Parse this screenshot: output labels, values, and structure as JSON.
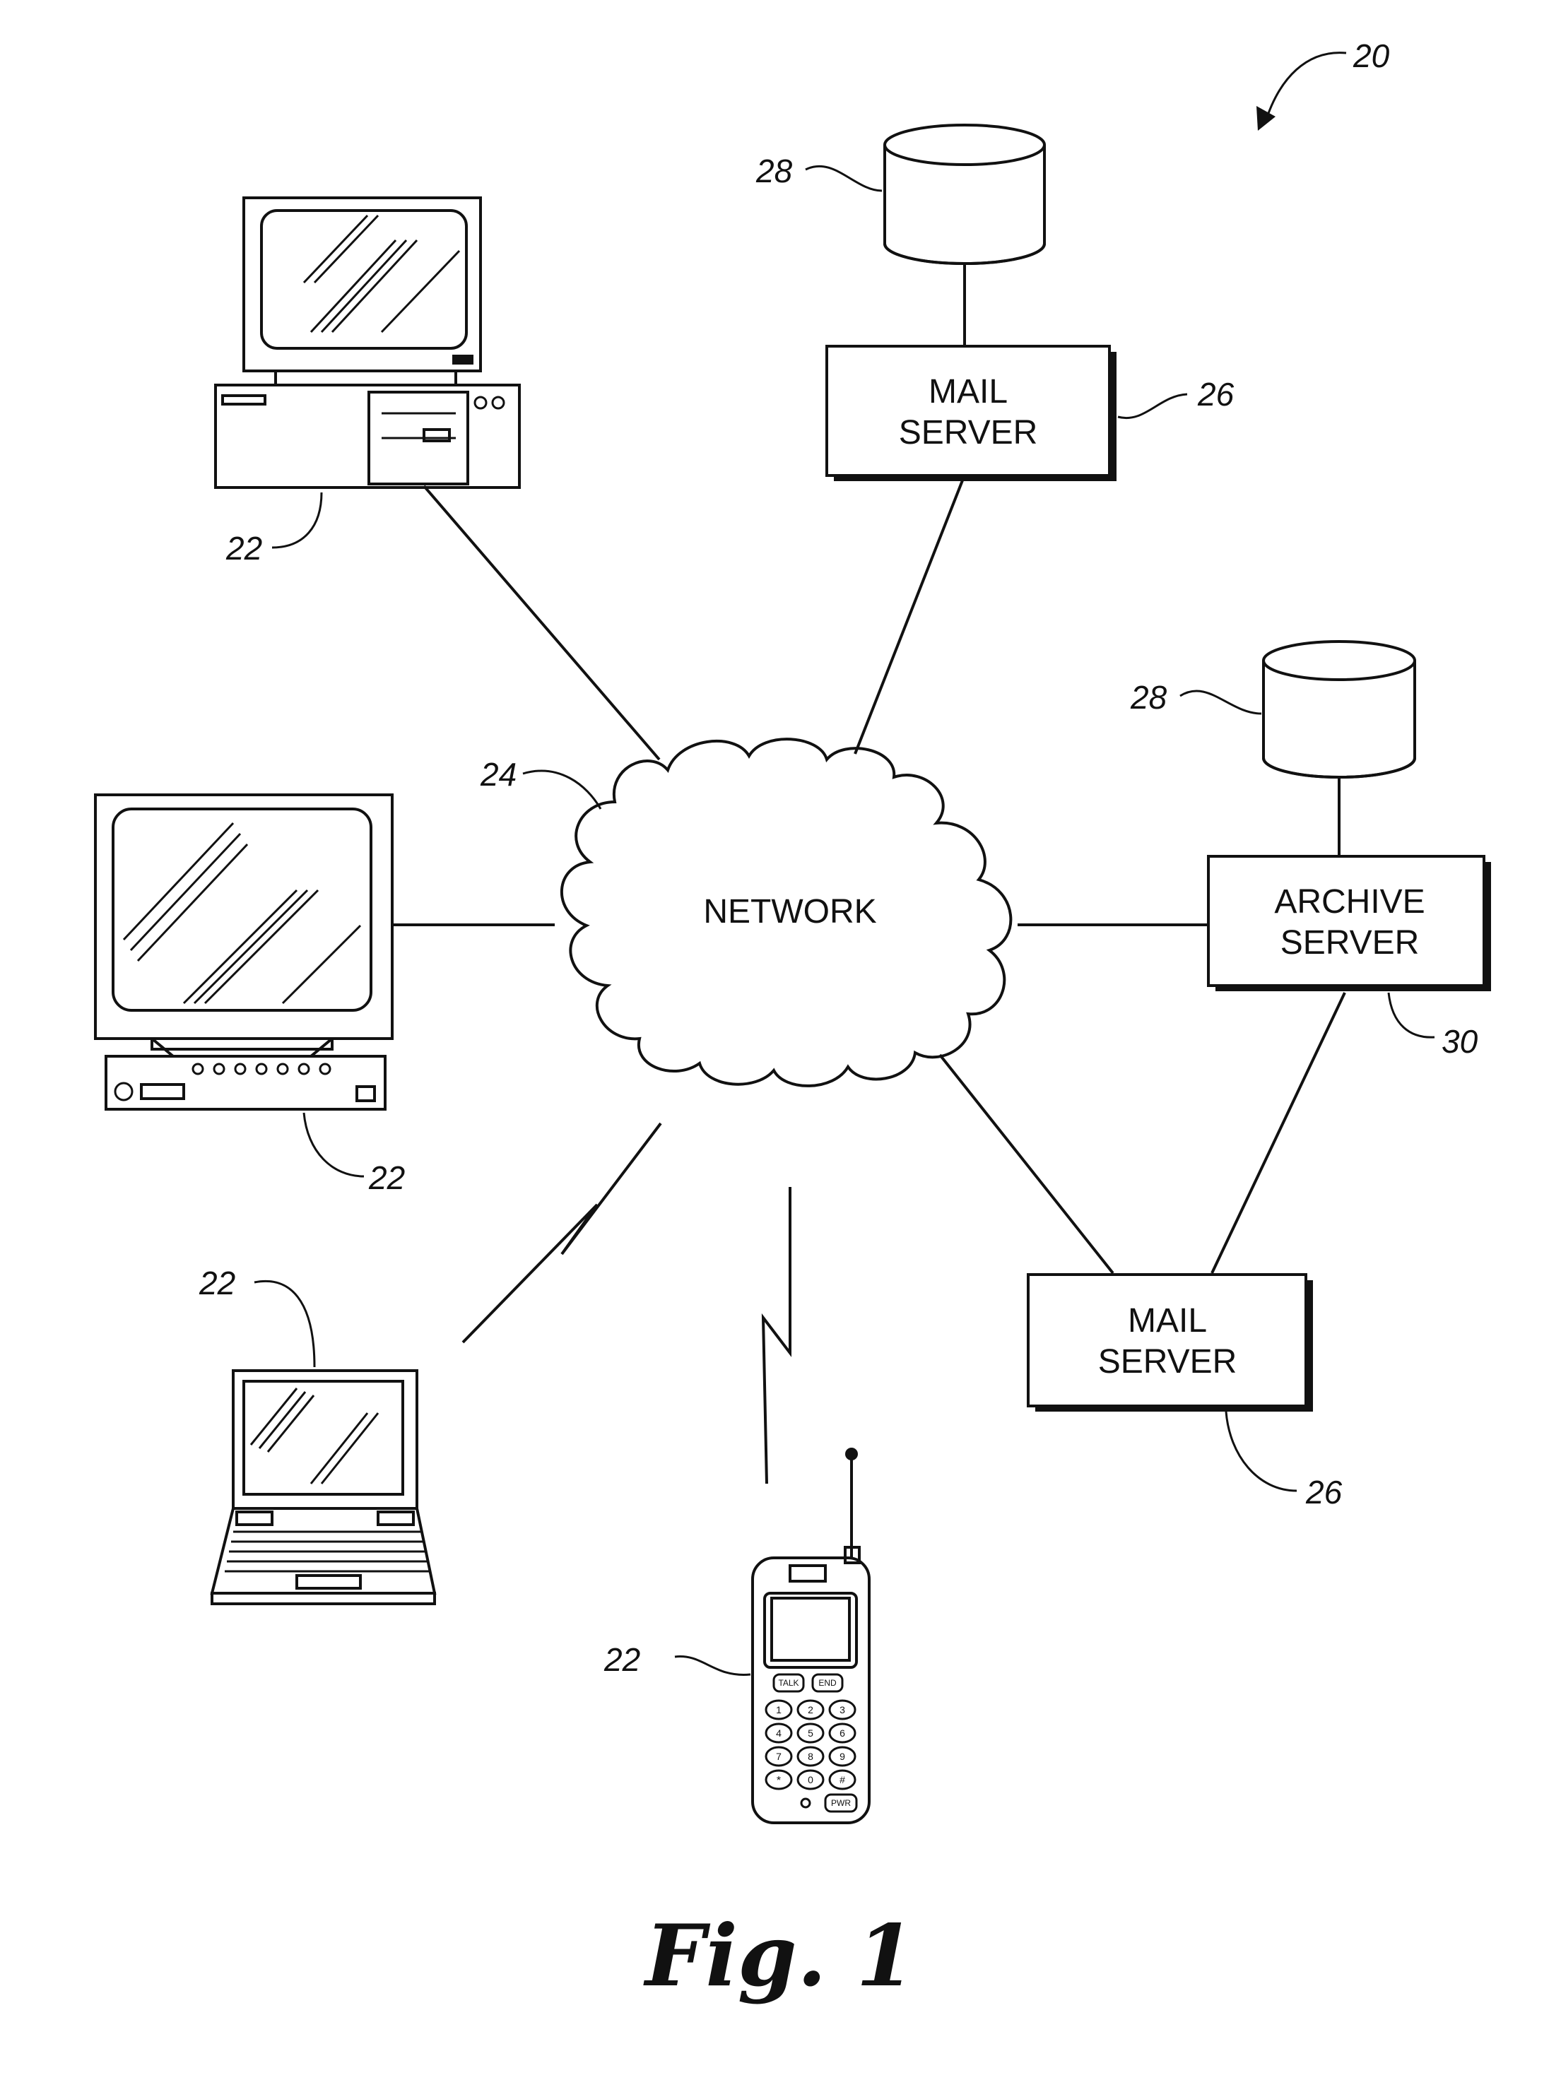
{
  "figure": {
    "caption": "Fig. 1",
    "system_ref": "20"
  },
  "network": {
    "label": "NETWORK",
    "ref": "24"
  },
  "mail_server_top": {
    "line1": "MAIL",
    "line2": "SERVER",
    "ref": "26"
  },
  "mail_server_bottom": {
    "line1": "MAIL",
    "line2": "SERVER",
    "ref": "26"
  },
  "archive_server": {
    "line1": "ARCHIVE",
    "line2": "SERVER",
    "ref": "30"
  },
  "database_top": {
    "ref": "28"
  },
  "database_right": {
    "ref": "28"
  },
  "desktop_tower": {
    "ref": "22"
  },
  "desktop_monitor": {
    "ref": "22"
  },
  "laptop": {
    "ref": "22"
  },
  "mobile_phone": {
    "ref": "22",
    "keys": [
      "TALK",
      "END",
      "1",
      "2",
      "3",
      "4",
      "5",
      "6",
      "7",
      "8",
      "9",
      "*",
      "0",
      "#",
      "PWR"
    ]
  },
  "colors": {
    "ink": "#111111",
    "paper": "#ffffff",
    "stipple": "#9a9a9a"
  }
}
